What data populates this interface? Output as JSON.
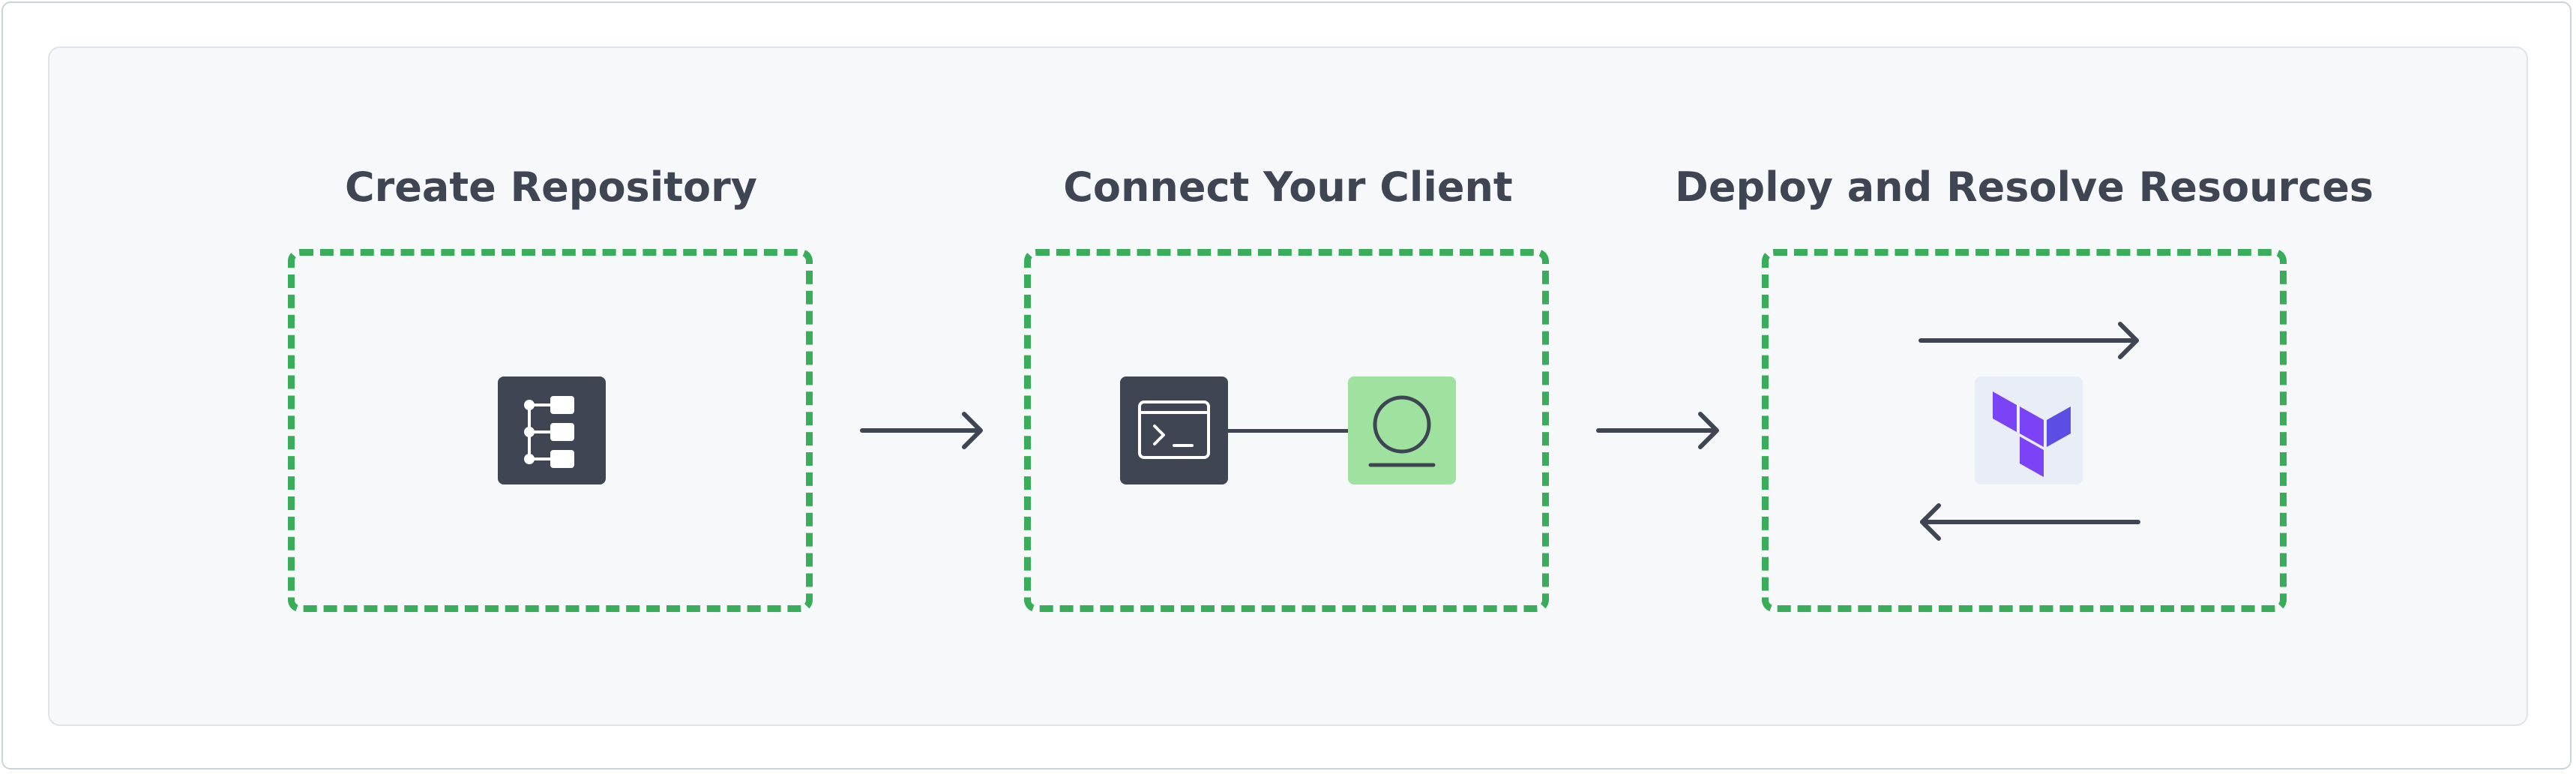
{
  "steps": [
    {
      "title": "Create Repository",
      "icon": "repository-tree-icon"
    },
    {
      "title": "Connect Your Client",
      "icons": [
        "terminal-icon",
        "client-node-icon"
      ]
    },
    {
      "title": "Deploy and Resolve Resources",
      "icon": "terraform-logo-icon",
      "arrows": [
        "arrow-right-icon",
        "arrow-left-icon"
      ]
    }
  ],
  "flow_arrows": [
    "arrow-right-icon",
    "arrow-right-icon"
  ],
  "colors": {
    "dashed_border": "#39ad5a",
    "dark_tile": "#3f4552",
    "green_tile": "#9fe29f",
    "light_tile": "#e9edf5",
    "terraform_purple_light": "#7b42f6",
    "terraform_purple_dark": "#5c4ee5",
    "text": "#3f4552",
    "panel_background": "#f7f8fa"
  }
}
